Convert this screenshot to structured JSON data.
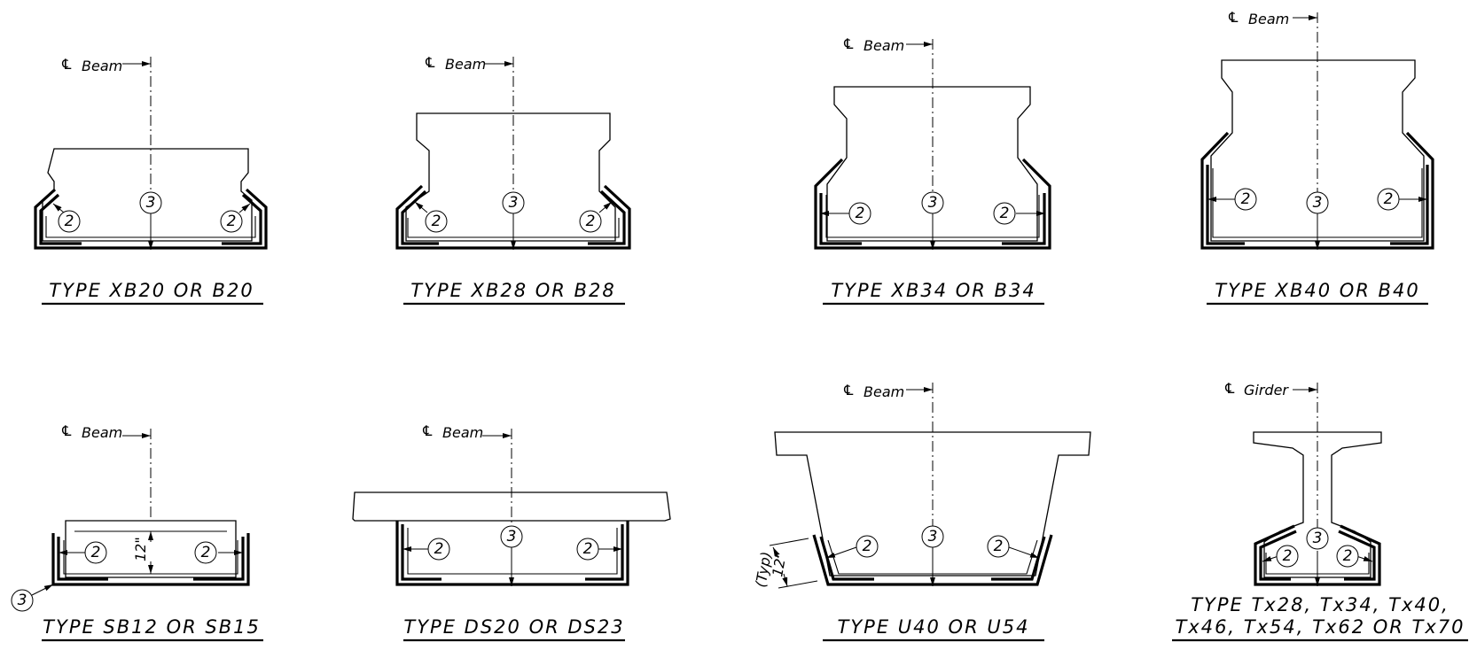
{
  "centerline_label_beam": "Beam",
  "centerline_label_girder": "Girder",
  "centerline_symbol": "℄",
  "bubbles": {
    "two": "2",
    "three": "3"
  },
  "sections": {
    "xb20": {
      "title": "TYPE  XB20  OR  B20"
    },
    "xb28": {
      "title": "TYPE  XB28  OR  B28"
    },
    "xb34": {
      "title": "TYPE  XB34  OR  B34"
    },
    "xb40": {
      "title": "TYPE  XB40  OR  B40"
    },
    "sb12": {
      "title": "TYPE  SB12  OR  SB15",
      "dim": "12\""
    },
    "ds20": {
      "title": "TYPE  DS20  OR  DS23"
    },
    "u40": {
      "title": "TYPE  U40  OR  U54",
      "dim": "12\"",
      "dim_note": "(Typ)"
    },
    "tx": {
      "title_line1": "TYPE  Tx28,  Tx34,  Tx40,",
      "title_line2": "Tx46,  Tx54,  Tx62  OR  Tx70"
    }
  },
  "colors": {
    "ink": "#000000",
    "paper": "#ffffff"
  }
}
